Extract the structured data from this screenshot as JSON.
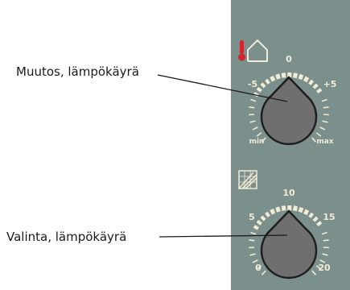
{
  "panel_color": "#7b8f8c",
  "scale_color": "#f2ebd5",
  "knob_color": "#6f6f6f",
  "thermometer_color": "#d0262d",
  "top_dial": {
    "icon": "thermometer-house-icon",
    "callout": "Muutos, lämpökäyrä",
    "label_top": "0",
    "label_left": "-5",
    "label_right": "+5",
    "label_min": "min",
    "label_max": "max"
  },
  "bottom_dial": {
    "icon": "heat-curve-graph-icon",
    "callout": "Valinta, lämpökäyrä",
    "label_top": "10",
    "label_left": "5",
    "label_right": "15",
    "label_min": "0",
    "label_max": "20"
  }
}
